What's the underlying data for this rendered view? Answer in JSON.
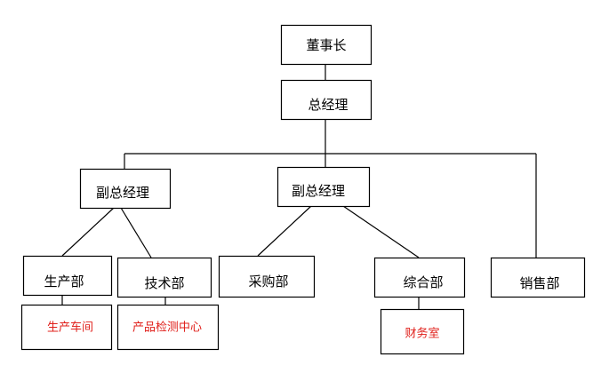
{
  "chart": {
    "line_color": "#000000",
    "box_stroke": "#000000",
    "text_color": "#000000",
    "accent_text_color": "#e0201b",
    "nodes": {
      "chairman": "董事长",
      "general_manager": "总经理",
      "deputy_gm_left": "副总经理",
      "deputy_gm_middle": "副总经理",
      "production_dept": "生产部",
      "technology_dept": "技术部",
      "procurement_dept": "采购部",
      "general_affairs_dept": "综合部",
      "sales_dept": "销售部",
      "production_workshop": "生产车间",
      "product_testing_center": "产品检测中心",
      "finance_office": "财务室"
    }
  }
}
